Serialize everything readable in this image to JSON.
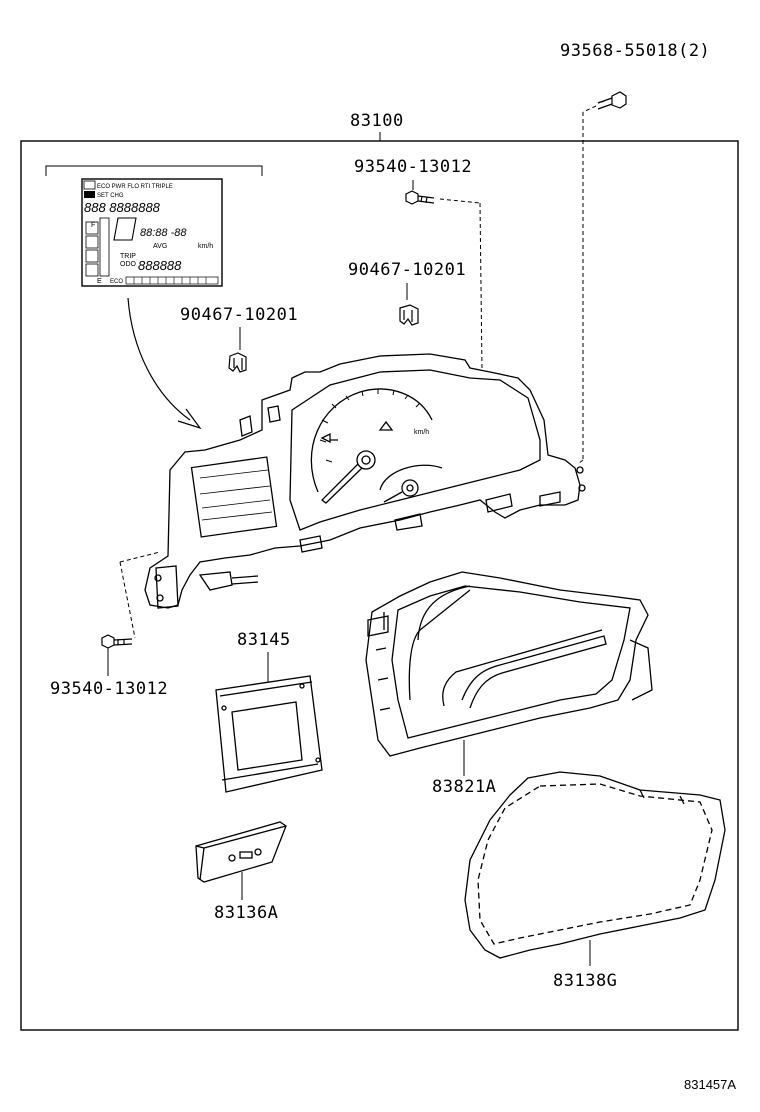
{
  "diagram": {
    "drawing_code": "831457A",
    "labels": {
      "assembly": "83100",
      "screw_top": "93568-55018(2)",
      "screw_upper": "93540-13012",
      "clip_right": "90467-10201",
      "clip_left": "90467-10201",
      "screw_lower_left": "93540-13012",
      "plate": "83145",
      "case": "83821A",
      "switch": "83136A",
      "glass": "83138G"
    },
    "display_inset": {
      "row1": "ECO PWR FLO RTI TRIPLE",
      "row1b": "SET CHG",
      "odo_digits": "888 8888888",
      "f_mark": "F",
      "e_mark": "E",
      "avg": "AVG",
      "kmh": "km/h",
      "trip": "TRIP",
      "odo": "ODO",
      "eco": "ECO",
      "time": "88:88 -88",
      "trip_digits": "888888"
    },
    "dial_unit": "km/h"
  }
}
